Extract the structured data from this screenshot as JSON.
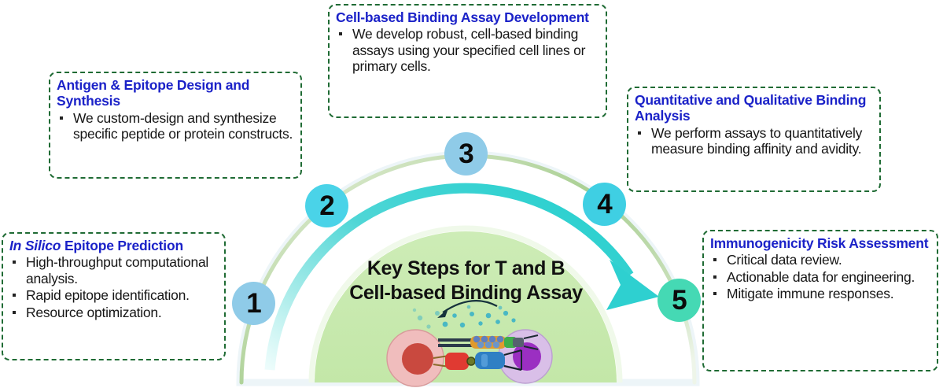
{
  "meta": {
    "center_title_line1": "Key Steps for T and B",
    "center_title_line2": "Cell-based Binding Assay"
  },
  "colors": {
    "box_border": "#1f6b34",
    "heading": "#1b22c8",
    "body_text": "#161616",
    "dome_fill": "#c5e8ac",
    "outer_arc": "#b8d6a0",
    "cyan_arrow": "#2fd3d3",
    "circle1": "#8fcbe8",
    "circle2": "#4ad3e8",
    "circle3": "#8fcbe8",
    "circle4": "#3fcfe3",
    "circle5": "#45d9b4"
  },
  "steps": [
    {
      "number": "1",
      "title_html": "<em>In Silico</em> Epitope Prediction",
      "title_plain": "In Silico Epitope Prediction",
      "bullets": [
        "High-throughput computational analysis.",
        "Rapid epitope identification.",
        "Resource optimization."
      ]
    },
    {
      "number": "2",
      "title_html": "Antigen &amp; Epitope Design and Synthesis",
      "title_plain": "Antigen & Epitope Design and Synthesis",
      "bullets": [
        "We custom-design and synthesize specific peptide or protein constructs."
      ]
    },
    {
      "number": "3",
      "title_html": "Cell-based Binding Assay Development",
      "title_plain": "Cell-based Binding Assay Development",
      "bullets": [
        "We develop robust, cell-based binding assays using your specified cell lines or primary cells."
      ]
    },
    {
      "number": "4",
      "title_html": "Quantitative and Qualitative Binding Analysis",
      "title_plain": "Quantitative and Qualitative Binding Analysis",
      "bullets": [
        "We perform assays to quantitatively measure binding affinity and avidity."
      ]
    },
    {
      "number": "5",
      "title_html": "Immunogenicity Risk Assessment",
      "title_plain": "Immunogenicity Risk Assessment",
      "bullets": [
        "Critical data review.",
        "Actionable data for engineering.",
        "Mitigate immune responses."
      ]
    }
  ],
  "illustration": {
    "name": "t-cell-b-cell-binding-illustration",
    "left_cell": "T cell (pink with red nucleus)",
    "right_cell": "B cell (lavender with purple nucleus)",
    "cytokine_dots": "teal cytokine particles with curved arrow"
  }
}
